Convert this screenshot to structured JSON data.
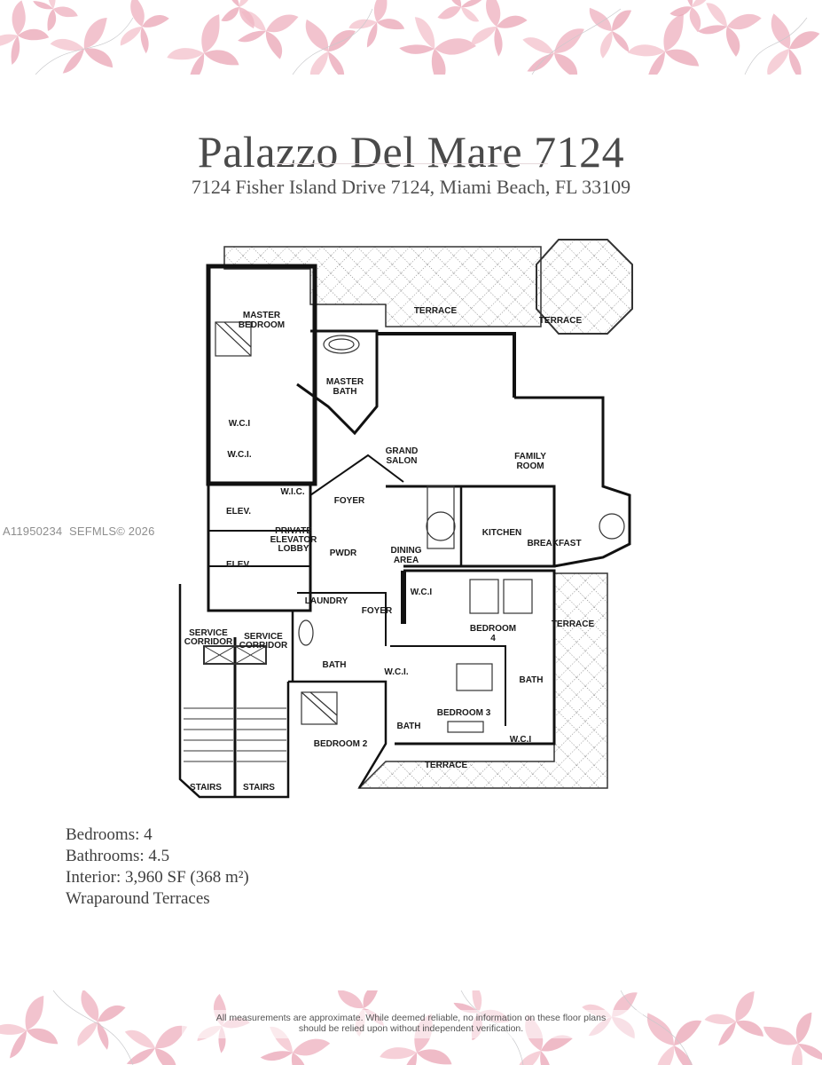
{
  "header": {
    "title": "Palazzo Del Mare 7124",
    "address": "7124 Fisher Island Drive 7124, Miami Beach, FL 33109"
  },
  "watermark": {
    "listing_id": "A11950234",
    "source": "SEFMLS© 2026"
  },
  "floor_plan": {
    "rooms": {
      "master_bedroom_line1": "MASTER",
      "master_bedroom_line2": "BEDROOM",
      "master_bath_line1": "MASTER",
      "master_bath_line2": "BATH",
      "terrace_top": "TERRACE",
      "terrace_octagon": "TERRACE",
      "wci_1": "W.C.I",
      "wci_2": "W.C.I.",
      "grand_salon_line1": "GRAND",
      "grand_salon_line2": "SALON",
      "family_room_line1": "FAMILY",
      "family_room_line2": "ROOM",
      "wic": "W.I.C.",
      "foyer_main": "FOYER",
      "elev_1": "ELEV.",
      "elev_2": "ELEV.",
      "private_lobby_line1": "PRIVATE",
      "private_lobby_line2": "ELEVATOR",
      "private_lobby_line3": "LOBBY",
      "pwdr": "PWDR",
      "dining_line1": "DINING",
      "dining_line2": "AREA",
      "kitchen": "KITCHEN",
      "breakfast": "BREAKFAST",
      "laundry": "LAUNDRY",
      "foyer_secondary": "FOYER",
      "wci_bedroom4": "W.C.I",
      "bedroom4_line1": "BEDROOM",
      "bedroom4_line2": "4",
      "terrace_right": "TERRACE",
      "service_corridor_left_line1": "SERVICE",
      "service_corridor_left_line2": "CORRIDOR",
      "service_corridor_right_line1": "SERVICE",
      "service_corridor_right_line2": "CORRIDOR",
      "bath_laundry": "BATH",
      "wci_bedroom3": "W.C.I.",
      "bath_bedroom4": "BATH",
      "bath_bedroom2": "BATH",
      "bedroom3": "BEDROOM 3",
      "wci_bedroom3_b": "W.C.I",
      "bedroom2": "BEDROOM 2",
      "terrace_bottom": "TERRACE",
      "stairs_1": "STAIRS",
      "stairs_2": "STAIRS"
    }
  },
  "specs": {
    "bedrooms": "Bedrooms: 4",
    "bathrooms": "Bathrooms: 4.5",
    "interior": "Interior: 3,960 SF (368 m²)",
    "feature": "Wraparound Terraces"
  },
  "footer": {
    "disclaimer_line1": "All measurements are approximate. While deemed reliable, no information on these floor plans",
    "disclaimer_line2": "should be relied upon without independent verification."
  },
  "colors": {
    "floral_pink": "#eeb7c2",
    "floral_pink_dark": "#e59aab",
    "title_text": "#4a4a4a",
    "divider": "#e6d9dc"
  }
}
